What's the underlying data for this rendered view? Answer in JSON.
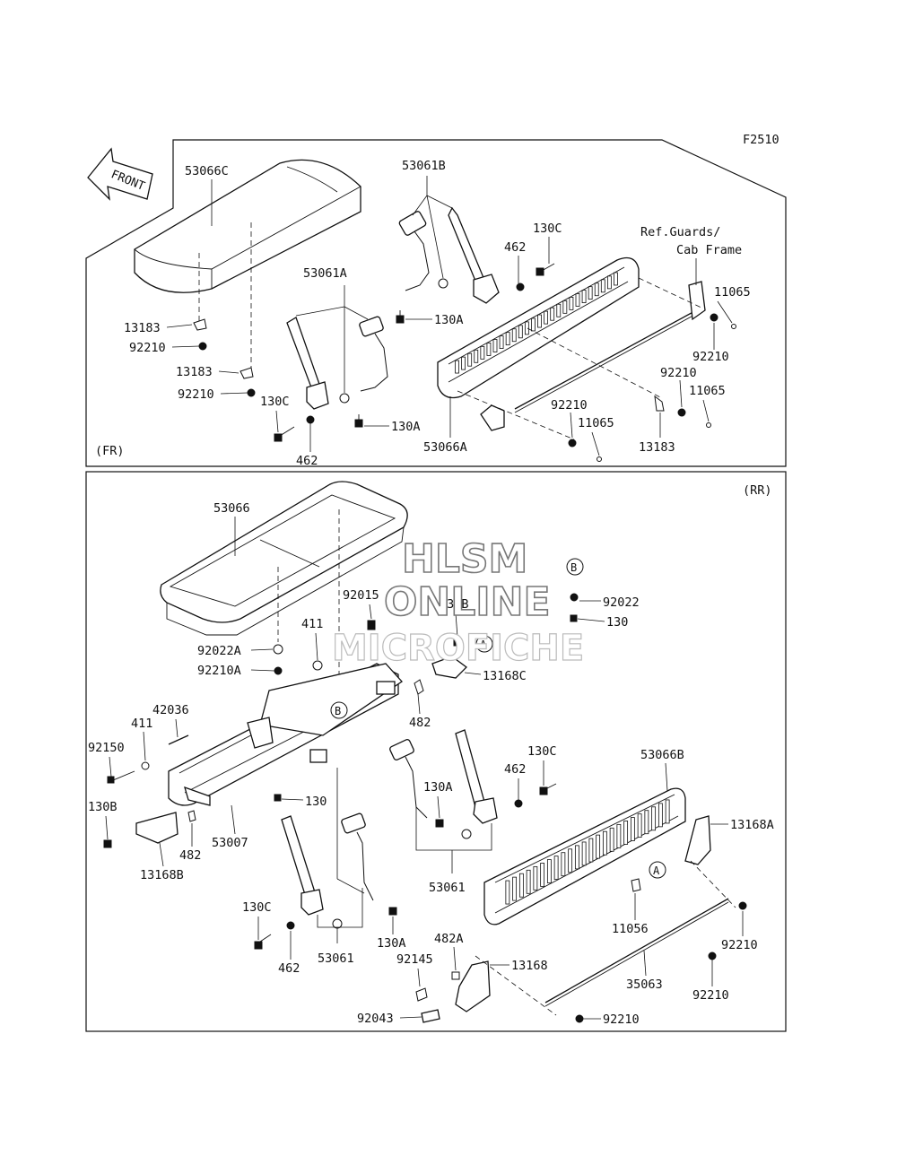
{
  "figure_code": "F2510",
  "front_arrow_label": "FRONT",
  "sections": {
    "front": "(FR)",
    "rear": "(RR)"
  },
  "reference_note": [
    "Ref.Guards/",
    "Cab Frame"
  ],
  "callouts": {
    "a": "A",
    "b": "B"
  },
  "watermark": [
    "HLSM",
    "ONLINE",
    "MICROFICHE"
  ],
  "front_labels": {
    "p53066c": "53066C",
    "p53061b": "53061B",
    "p130c_top": "130C",
    "p462_top": "462",
    "p53061a": "53061A",
    "p130a_top": "130A",
    "p13183_a": "13183",
    "p92210_a": "92210",
    "p13183_b": "13183",
    "p92210_b": "92210",
    "p130c_left": "130C",
    "p462_left": "462",
    "p130a_left": "130A",
    "p53066a": "53066A",
    "p11065_a": "11065",
    "p92210_c": "92210",
    "p92210_d": "92210",
    "p11065_b": "11065",
    "p92210_e": "92210",
    "p11065_c": "11065",
    "p13183_c": "13183"
  },
  "rear_labels": {
    "p53066": "53066",
    "p92022": "92022",
    "p130_b": "130",
    "p92015": "92015",
    "p130b_top": "130B",
    "p411_top": "411",
    "p92022a": "92022A",
    "p92210a": "92210A",
    "p13168c": "13168C",
    "p482_mid": "482",
    "p42036": "42036",
    "p411_left": "411",
    "p92150": "92150",
    "p130b_left": "130B",
    "p482_left": "482",
    "p53007": "53007",
    "p13168b": "13168B",
    "p130_mid": "130",
    "p130a_mid": "130A",
    "p462_mid": "462",
    "p130c_mid": "130C",
    "p53061_mid": "53061",
    "p53066b": "53066B",
    "p13168a": "13168A",
    "p11056": "11056",
    "p130c_bot": "130C",
    "p462_bot": "462",
    "p53061_bot": "53061",
    "p130a_bot": "130A",
    "p482a": "482A",
    "p92145": "92145",
    "p13168": "13168",
    "p92043": "92043",
    "p35063": "35063",
    "p92210_r1": "92210",
    "p92210_r2": "92210",
    "p92210_r3": "92210"
  }
}
